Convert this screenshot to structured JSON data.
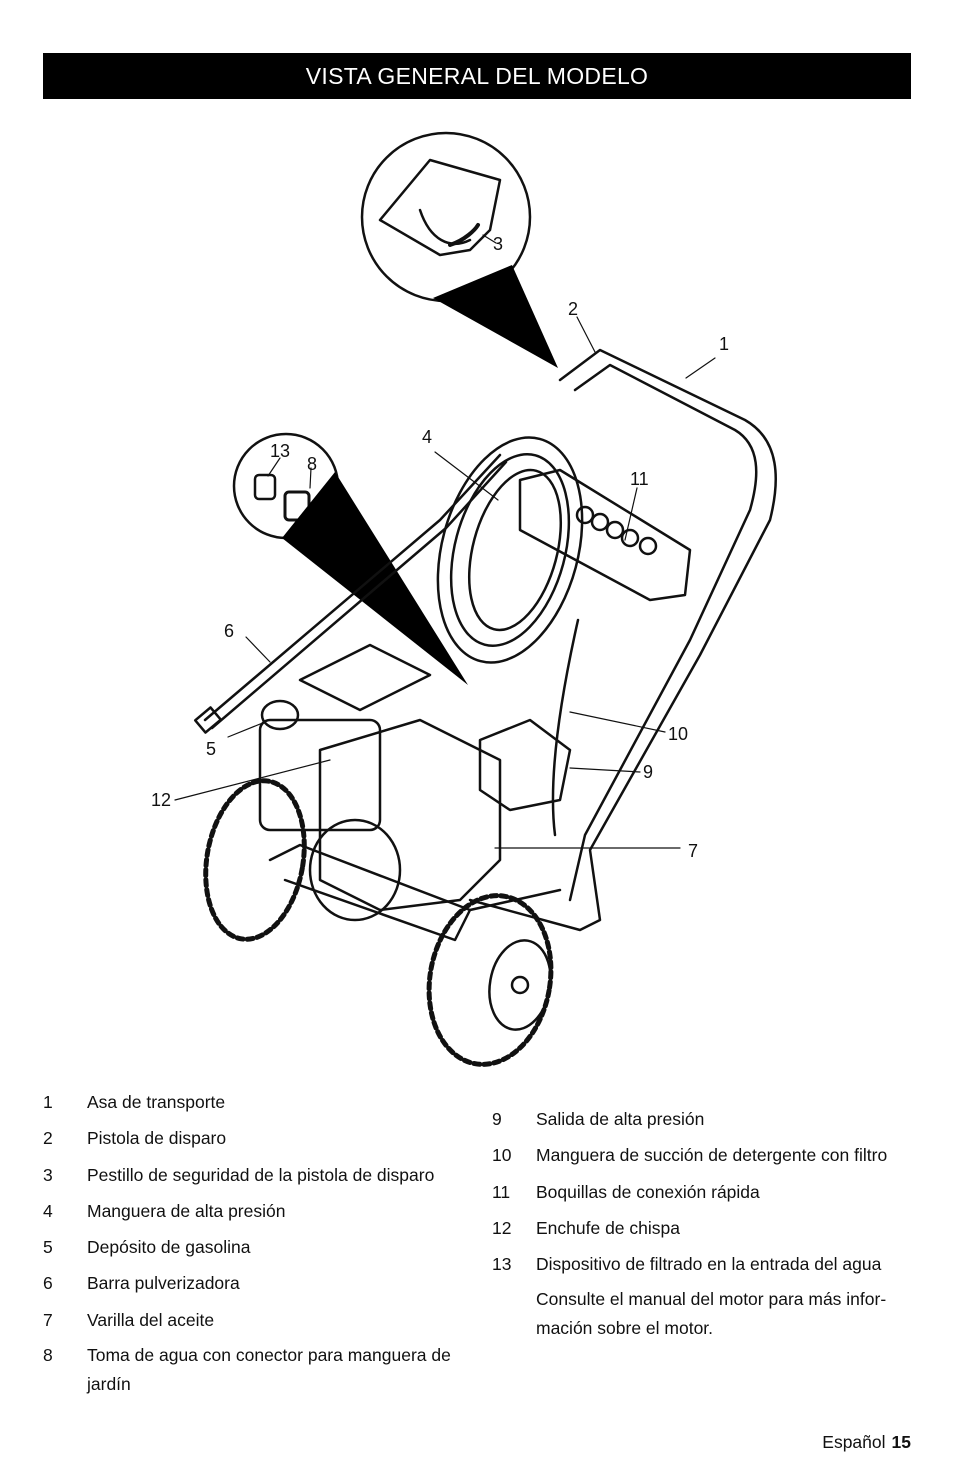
{
  "header": {
    "title": "VISTA GENERAL DEL MODELO"
  },
  "diagram": {
    "callouts": [
      "1",
      "2",
      "3",
      "4",
      "5",
      "6",
      "7",
      "8",
      "9",
      "10",
      "11",
      "12",
      "13"
    ]
  },
  "legend": {
    "left": [
      {
        "num": "1",
        "text": "Asa de transporte"
      },
      {
        "num": "2",
        "text": "Pistola de disparo"
      },
      {
        "num": "3",
        "text": "Pestillo de seguridad de la pistola de disparo"
      },
      {
        "num": "4",
        "text": "Manguera de alta presión"
      },
      {
        "num": "5",
        "text": "Depósito de gasolina"
      },
      {
        "num": "6",
        "text": "Barra pulverizadora"
      },
      {
        "num": "7",
        "text": "Varilla del aceite"
      },
      {
        "num": "8",
        "text": "Toma de agua con conector para manguera de jardín"
      }
    ],
    "right": [
      {
        "num": "9",
        "text": "Salida de alta presión"
      },
      {
        "num": "10",
        "text": "Manguera de succión de detergente con filtro"
      },
      {
        "num": "11",
        "text": "Boquillas de conexión rápida"
      },
      {
        "num": "12",
        "text": "Enchufe de chispa"
      },
      {
        "num": "13",
        "text": "Dispositivo de filtrado en la entrada del agua"
      }
    ],
    "note": "Consulte el manual del motor para más infor-mación sobre el motor."
  },
  "footer": {
    "language": "Español",
    "page": "15"
  }
}
